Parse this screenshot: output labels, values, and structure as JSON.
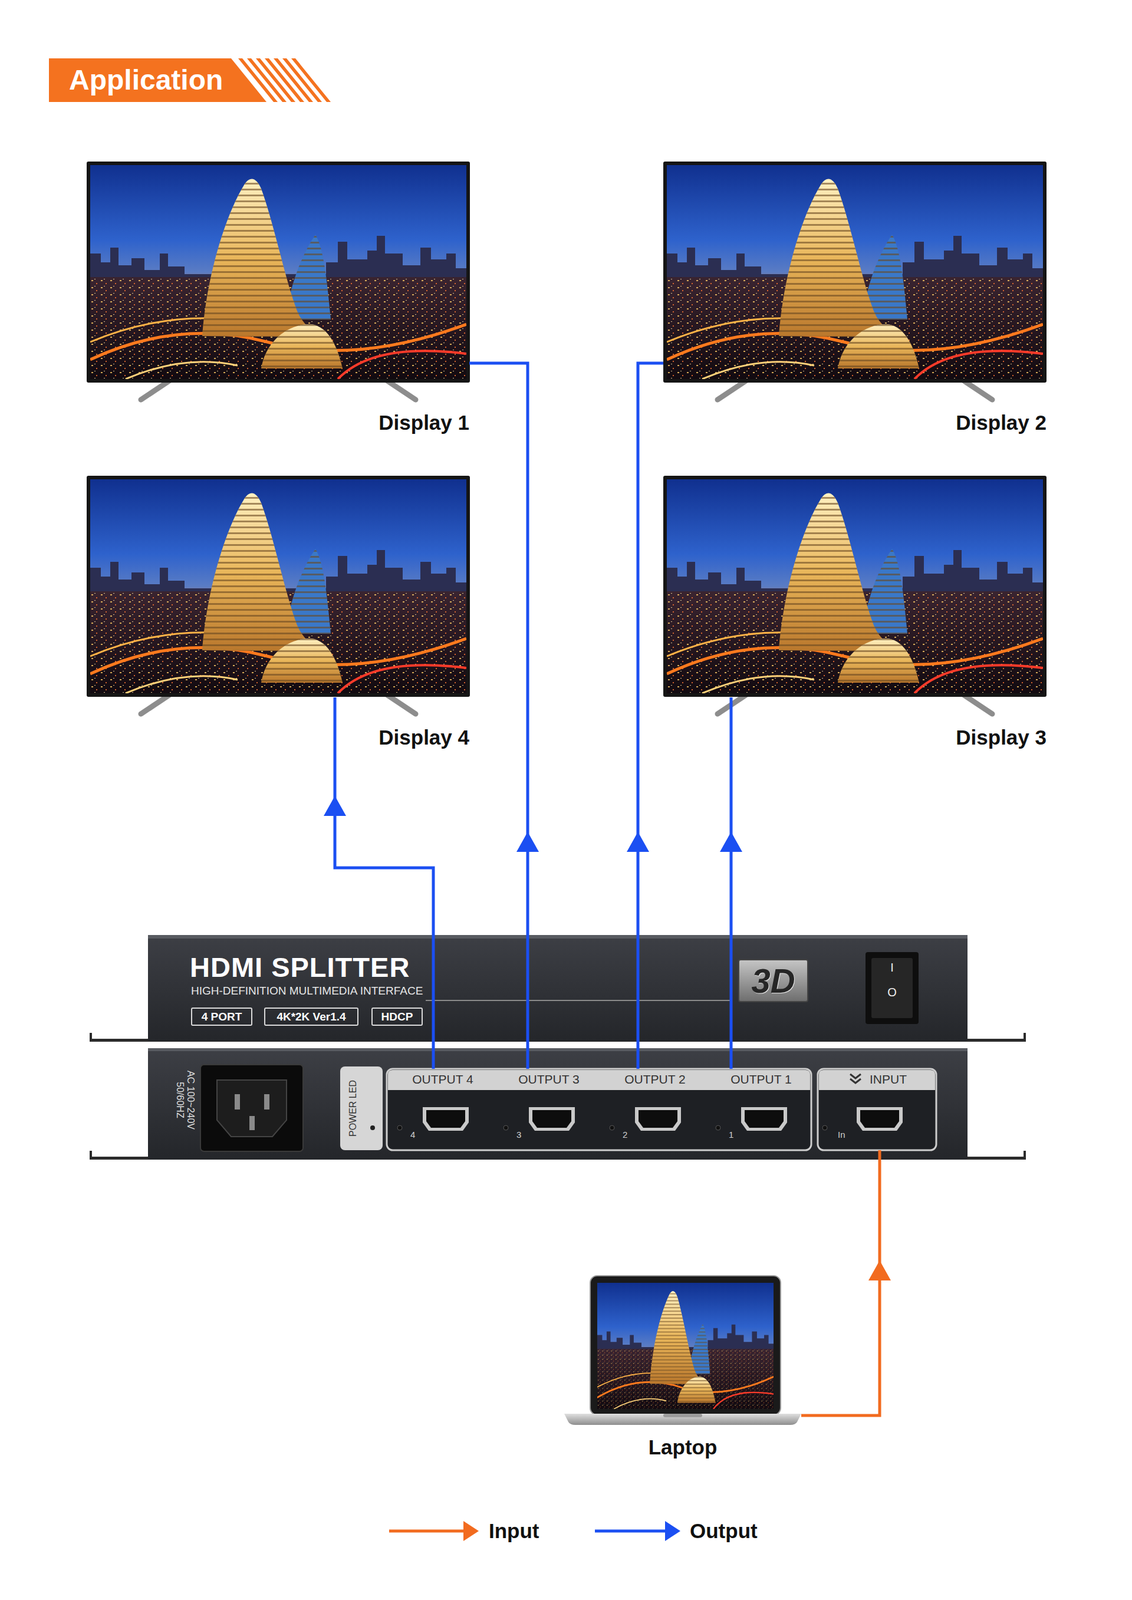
{
  "diagram": {
    "title": "Application",
    "nodes": [
      {
        "text": [
          "Display 1"
        ]
      },
      {
        "text": [
          "Display 2"
        ]
      },
      {
        "text": [
          "Display 4"
        ]
      },
      {
        "text": [
          "Display 3"
        ]
      },
      {
        "text": [
          "HDMI SPLITTER",
          "HIGH-DEFINITION MULTIMEDIA INTERFACE"
        ]
      },
      {
        "text": [
          "4 PORT"
        ],
        "in": 4
      },
      {
        "text": [
          "4K*2K Ver1.4"
        ],
        "in": 4
      },
      {
        "text": [
          "HDCP"
        ],
        "in": 4
      },
      {
        "text": [
          "3D"
        ],
        "in": 4
      },
      {
        "text": [
          "AC 100~240V 50/60HZ"
        ]
      },
      {
        "text": [
          "POWER LED"
        ],
        "in": 9
      },
      {
        "text": [
          "OUTPUT 4",
          "4"
        ],
        "in": 9
      },
      {
        "text": [
          "OUTPUT 3",
          "3"
        ],
        "in": 9
      },
      {
        "text": [
          "OUTPUT 2",
          "2"
        ],
        "in": 9
      },
      {
        "text": [
          "OUTPUT 1",
          "1"
        ],
        "in": 9
      },
      {
        "text": [
          "INPUT",
          "In"
        ],
        "in": 9
      },
      {
        "text": [
          "Laptop"
        ]
      }
    ],
    "edges": [
      {
        "from": 11,
        "to": 2,
        "arrow": "to"
      },
      {
        "from": 12,
        "to": 0,
        "arrow": "to"
      },
      {
        "from": 13,
        "to": 1,
        "arrow": "to"
      },
      {
        "from": 14,
        "to": 3,
        "arrow": "to"
      },
      {
        "from": 16,
        "to": 15,
        "arrow": "to"
      }
    ],
    "labels": [
      "I",
      "O"
    ],
    "legend": [
      {
        "text": "Input"
      },
      {
        "text": "Output"
      }
    ]
  }
}
